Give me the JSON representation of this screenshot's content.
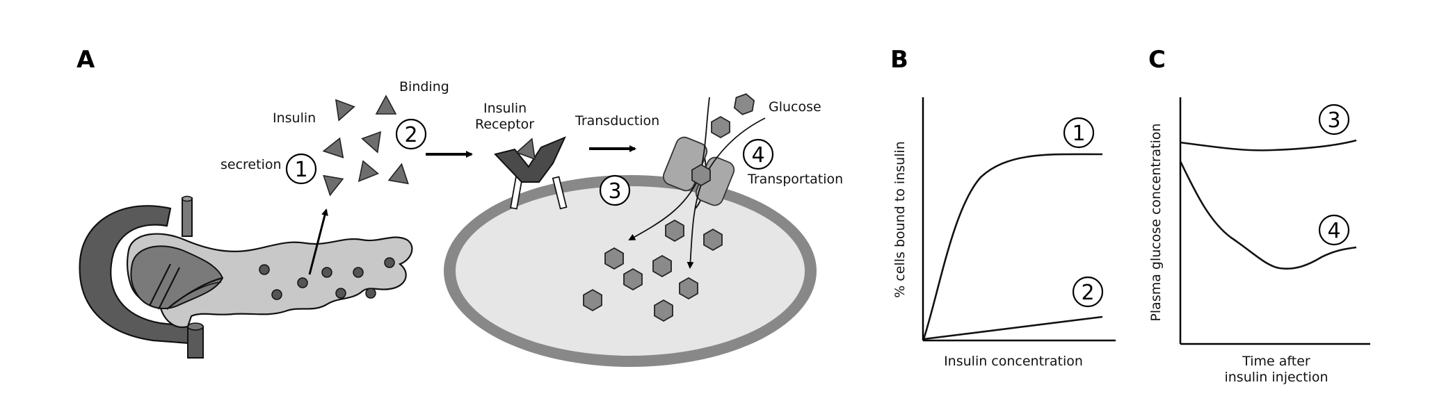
{
  "panels": {
    "a": "A",
    "b": "B",
    "c": "C"
  },
  "panel_a": {
    "insulin": "Insulin",
    "binding": "Binding",
    "secretion": "secretion",
    "insulin_receptor_line1": "Insulin",
    "insulin_receptor_line2": "Receptor",
    "transduction": "Transduction",
    "glucose": "Glucose",
    "transportation": "Transportation",
    "step1": "1",
    "step2": "2",
    "step3": "3",
    "step4": "4"
  },
  "panel_b": {
    "xlabel": "Insulin concentration",
    "ylabel": "% cells bound to insulin",
    "curve1": "1",
    "curve2": "2"
  },
  "panel_c": {
    "xlabel_line1": "Time after",
    "xlabel_line2": "insulin injection",
    "ylabel": "Plasma glucose concentration",
    "curve3": "3",
    "curve4": "4"
  },
  "colors": {
    "dark_gray": "#5a5a5a",
    "mid_gray": "#8a8a8a",
    "light_gray": "#c8c8c8",
    "cell_fill": "#e6e6e6",
    "membrane": "#888888"
  }
}
